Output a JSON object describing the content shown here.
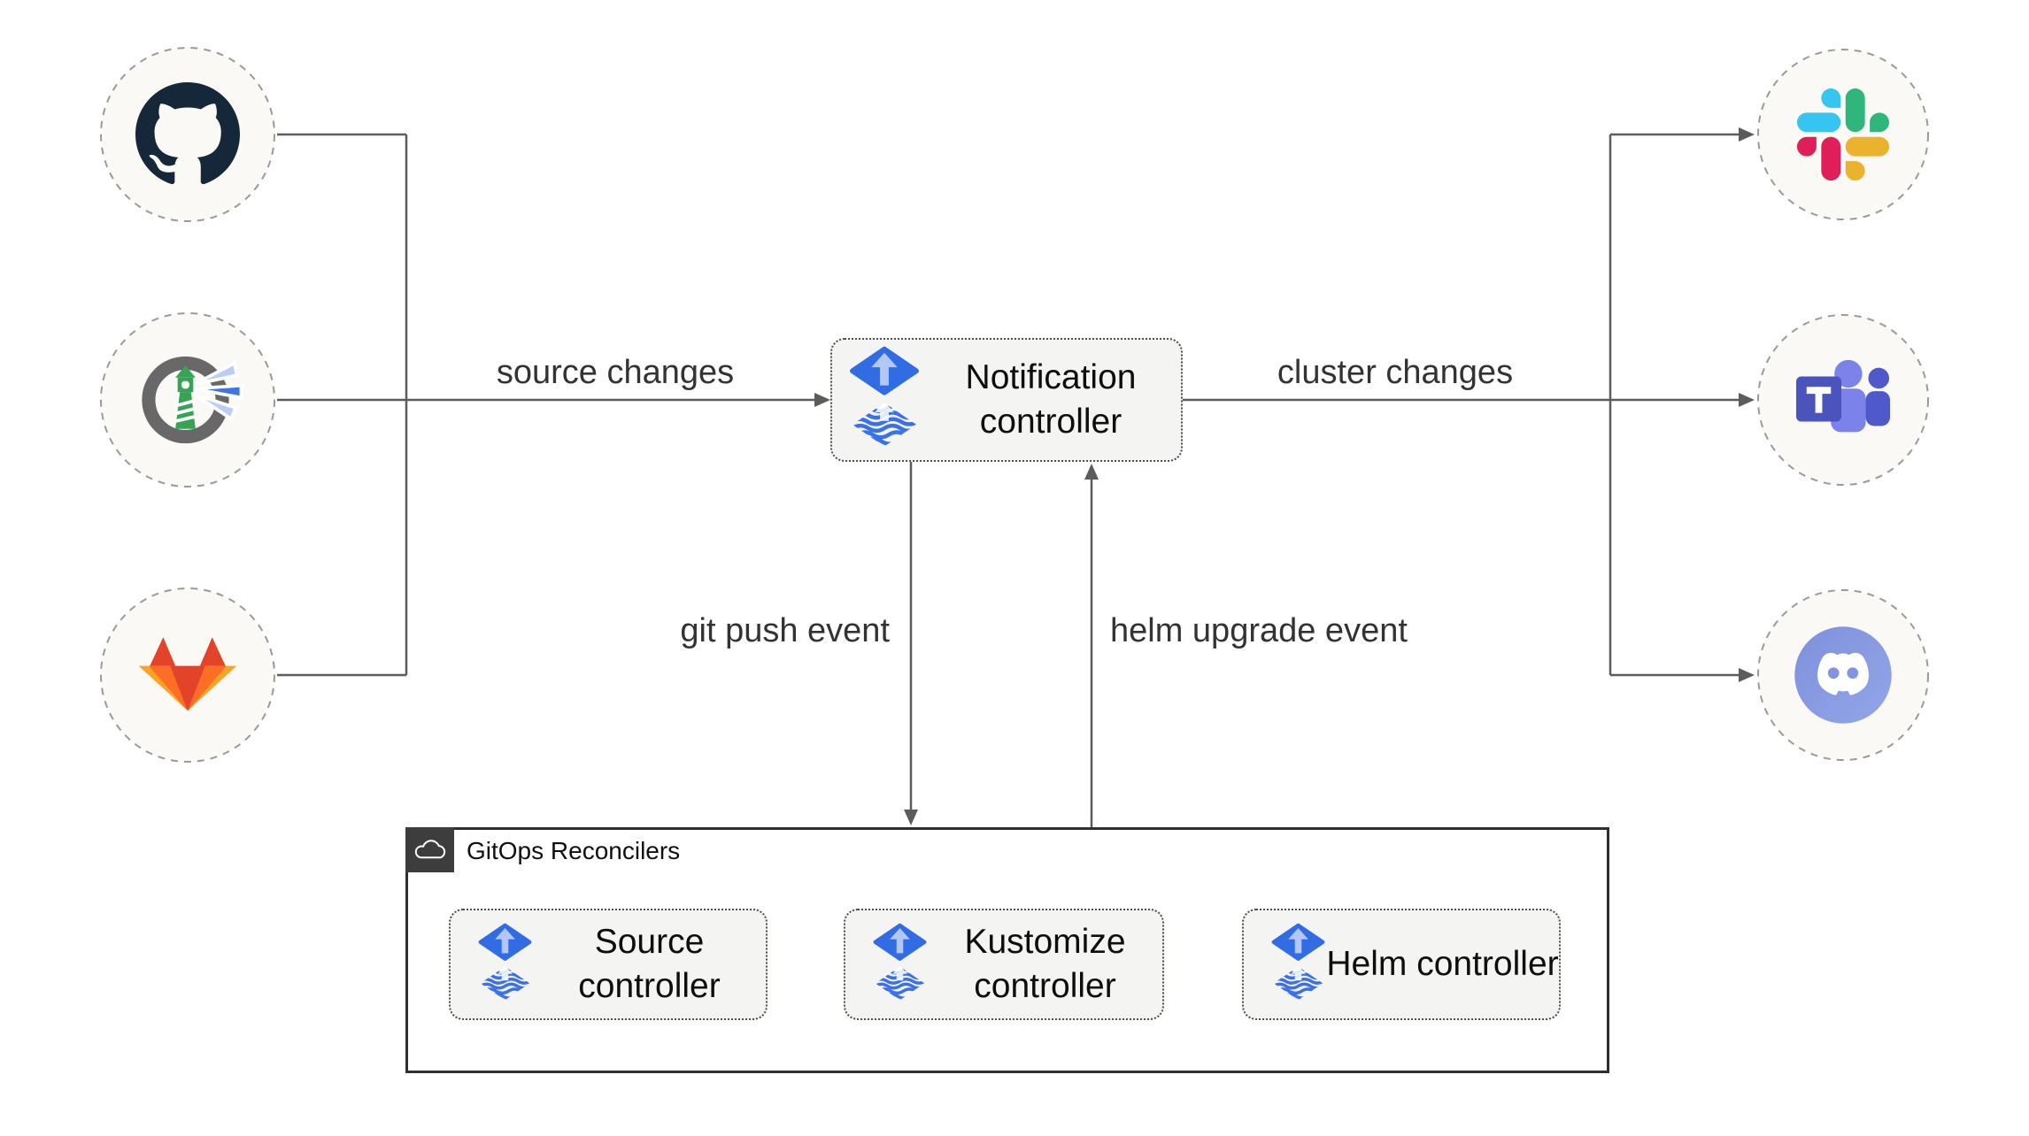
{
  "left_sources": [
    {
      "name": "github",
      "icon": "github-icon"
    },
    {
      "name": "harbor",
      "icon": "harbor-icon"
    },
    {
      "name": "gitlab",
      "icon": "gitlab-icon"
    }
  ],
  "right_targets": [
    {
      "name": "slack",
      "icon": "slack-icon"
    },
    {
      "name": "teams",
      "icon": "microsoft-teams-icon"
    },
    {
      "name": "discord",
      "icon": "discord-icon"
    }
  ],
  "controllers": {
    "notification": {
      "label": "Notification controller",
      "icon": "flux-icon"
    },
    "source": {
      "label": "Source controller",
      "icon": "flux-icon"
    },
    "kustomize": {
      "label": "Kustomize controller",
      "icon": "flux-icon"
    },
    "helm": {
      "label": "Helm controller",
      "icon": "flux-icon"
    }
  },
  "group": {
    "title": "GitOps Reconcilers",
    "icon": "cloud-icon"
  },
  "edge_labels": {
    "source_changes": "source changes",
    "cluster_changes": "cluster changes",
    "git_push": "git push event",
    "helm_upgrade": "helm upgrade event"
  },
  "colors": {
    "flux_blue": "#316ce4",
    "flux_light_arrow": "#b3c7f2",
    "connector_line": "#5c5c5c",
    "node_fill": "#faf9f6",
    "node_border": "#9a9a9a",
    "box_fill": "#f4f4f2",
    "group_border": "#2f2f2f",
    "group_header_bg": "#3d3d3d",
    "slack": [
      "#36C5F0",
      "#2EB67D",
      "#ECB22E",
      "#E01E5A"
    ],
    "gitlab": [
      "#e24329",
      "#fc6d26",
      "#fca326"
    ],
    "teams": [
      "#4b53bc",
      "#7b83eb",
      "#5059c9"
    ],
    "discord": "#8195e0",
    "harbor_green": "#37a355",
    "github_dark": "#15283a"
  }
}
